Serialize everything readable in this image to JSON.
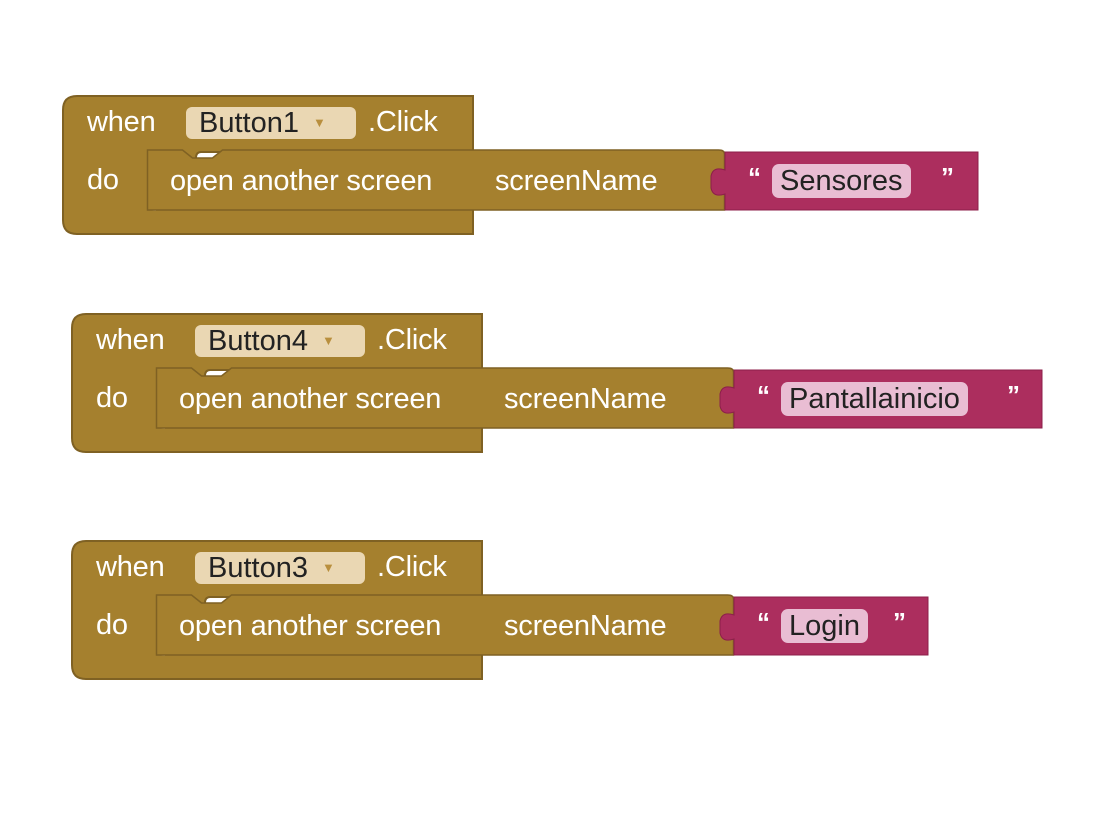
{
  "colors": {
    "event_block": "#a5802e",
    "event_shadow": "#7f6123",
    "string_block": "#ac2e5e",
    "field_background": "#ead7b3",
    "string_field_background": "#e9bdd3"
  },
  "icons": {
    "dropdown": "dropdown-triangle-icon"
  },
  "blocks": [
    {
      "when_label": "when",
      "component": "Button1",
      "event_label": ".Click",
      "do_label": "do",
      "command_label": "open another screen",
      "param_label": "screenName",
      "open_quote": "“",
      "screen_value": "Sensores",
      "close_quote": "”"
    },
    {
      "when_label": "when",
      "component": "Button4",
      "event_label": ".Click",
      "do_label": "do",
      "command_label": "open another screen",
      "param_label": "screenName",
      "open_quote": "“",
      "screen_value": "Pantallainicio",
      "close_quote": "”"
    },
    {
      "when_label": "when",
      "component": "Button3",
      "event_label": ".Click",
      "do_label": "do",
      "command_label": "open another screen",
      "param_label": "screenName",
      "open_quote": "“",
      "screen_value": "Login",
      "close_quote": "”"
    }
  ]
}
